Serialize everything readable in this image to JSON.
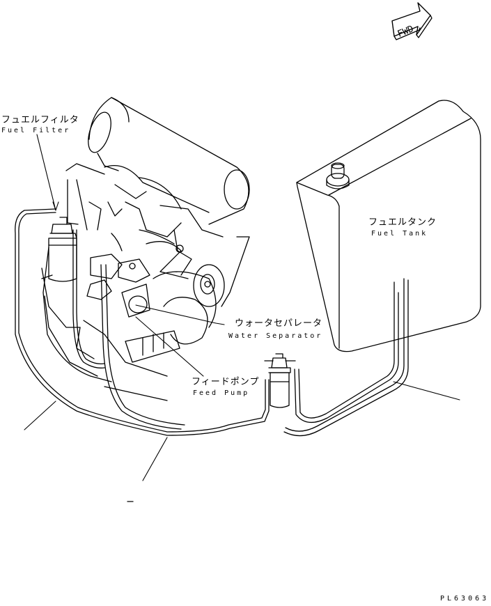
{
  "fwd": {
    "label": "FWD"
  },
  "parts": {
    "fuel_filter": {
      "jp": "フュエルフィルタ",
      "en": "Fuel Filter"
    },
    "fuel_tank": {
      "jp": "フュエルタンク",
      "en": "Fuel Tank"
    },
    "water_separator": {
      "jp": "ウォータセパレータ",
      "en": "Water Separator"
    },
    "feed_pump": {
      "jp": "フィードポンプ",
      "en": "Feed Pump"
    }
  },
  "drawing_code": "PL63063"
}
